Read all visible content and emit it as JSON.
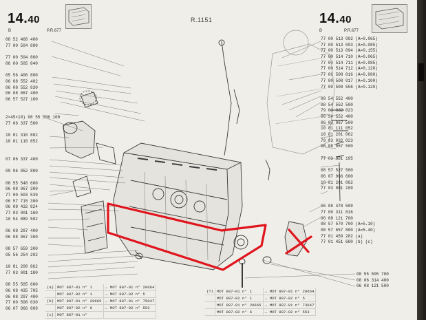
{
  "header": {
    "left_number": "14.",
    "left_decimal": "40",
    "left_sub_b": "B",
    "left_sub_pr": "P.R.677",
    "title": "R.1151",
    "right_number": "14.",
    "right_decimal": "40",
    "right_sub_b": "B",
    "right_sub_pr": "P.R.677"
  },
  "left_parts": [
    "08 52 468 400",
    "77 00 504 890",
    "",
    "77 00 504 860",
    "06 00 505 840",
    "",
    "05 56 406 800",
    "06 08 552 402",
    "06 08 552 830",
    "06 08 067 400",
    "06 57 527 100",
    "",
    "",
    "2×45×10) 08 55 506 100",
    "77 06 337 500",
    "",
    "10 81 310 882",
    "10 81 110 852",
    "",
    "",
    "07 06 337 400",
    "",
    "09 96 052 800",
    "",
    "08 55 548 600",
    "06 08 067 300",
    "77 00 503 539",
    "06 57 715 300",
    "06 08 432 824",
    "77 03 001 160",
    "10 54 889 502",
    "",
    "06 08 297 400",
    "06 08 067 300",
    "",
    "08 57 659 300",
    "05 56 254 202",
    "",
    "10 81 200 862",
    "77 03 001 180",
    "",
    "08 55 505 600",
    "06 08 435 705",
    "06 08 297 400",
    "77 00 508 030",
    "06 07 966 809"
  ],
  "right_parts": [
    "77 00 513 092 (A=0.065)",
    "77 00 513 093 (A=0.085)",
    "77 00 513 094 (A=0.155)",
    "77 00 514 710 (A=0.065)",
    "77 00 514 711 (A=0.085)",
    "77 00 514 712 (A=0.120)",
    "77 00 508 016 (A=0.080)",
    "77 00 508 017 (A=0.100)",
    "77 00 509 556 (A=0.120)",
    "",
    "08 54 552 400",
    "08 54 552 500",
    "79 03 032 023",
    "06 54 552 400",
    "06 08 067 500",
    "10 81 111 052",
    "10 81 201 062",
    "79 03 032 023",
    "06 08 067 500",
    "",
    "77 03 001 195",
    "",
    "08 57 527 500",
    "06 07 966 600",
    "10 81 201 062",
    "77 03 001 189",
    "",
    "",
    "06 08 478 509",
    "77 00 311 816",
    "06 08 121 700",
    "08 57 570 700 (A=5.10)",
    "08 57 657 800 (A=5.40)",
    "77 01 450 282 (a)",
    "77 01 451 680 (b) (c)"
  ],
  "right_lower_parts": [
    "08 55 505 700",
    "08 06 314 400",
    "06 08 121 500"
  ],
  "bottom_left_table": [
    [
      "(a)",
      "MOT 807-01 n°",
      "1",
      "→",
      "MOT 807-01 n°",
      "20664"
    ],
    [
      "",
      "MOT 807-02 n°",
      "1",
      "→",
      "MOT 807-02 n°",
      "5"
    ],
    [
      "(b)",
      "MOT 807-01 n°",
      "20665",
      "→",
      "MOT 807-01 n°",
      "75047"
    ],
    [
      "",
      "MOT 807-02 n°",
      "6",
      "→",
      "MOT 807-02 n°",
      "553"
    ],
    [
      "(c)",
      "MOT 807-01 n°",
      "",
      "",
      "",
      ""
    ]
  ],
  "bottom_right_table": [
    [
      "(?)",
      "MOT 807-01 n°",
      "1",
      "→",
      "MOT 807-01 n°",
      "20664"
    ],
    [
      "",
      "MOT 807-02 n°",
      "1",
      "→",
      "MOT 807-02 n°",
      "5"
    ],
    [
      "",
      "MOT 807-01 n°",
      "20665",
      "→",
      "MOT 807-01 n°",
      "73047"
    ],
    [
      "",
      "MOT 807-02 n°",
      "6",
      "→",
      "MOT 807-02 n°",
      "553"
    ]
  ],
  "colors": {
    "paper": "#efeee9",
    "ink": "#2b2b2b",
    "markup": "#e0141c"
  }
}
